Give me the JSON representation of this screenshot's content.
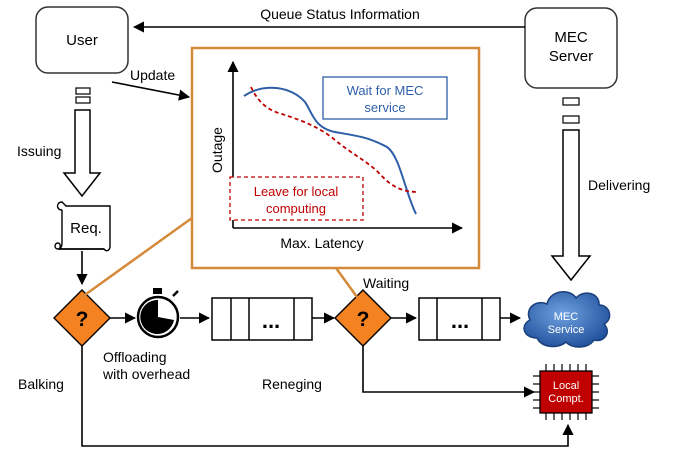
{
  "nodes": {
    "user": "User",
    "mec_server_line1": "MEC",
    "mec_server_line2": "Server",
    "request": "Req.",
    "decision_1": "?",
    "decision_2": "?",
    "queue_dots_1": "...",
    "queue_dots_2": "...",
    "mec_service_line1": "MEC",
    "mec_service_line2": "Service",
    "local_compt_line1": "Local",
    "local_compt_line2": "Compt."
  },
  "edges": {
    "queue_status": "Queue Status Information",
    "update": "Update",
    "issuing": "Issuing",
    "delivering": "Delivering",
    "waiting": "Waiting",
    "offloading_line1": "Offloading",
    "offloading_line2": "with overhead",
    "reneging": "Reneging",
    "balking": "Balking"
  },
  "inset": {
    "wait_line1": "Wait for MEC",
    "wait_line2": "service",
    "leave_line1": "Leave for local",
    "leave_line2": "computing"
  },
  "chart_data": {
    "type": "line",
    "xlabel": "Max. Latency",
    "ylabel": "Outage",
    "grid": false,
    "x_ticks": [],
    "y_ticks": [],
    "series": [
      {
        "name": "Wait for MEC service",
        "color": "#2e5fa8",
        "style": "solid"
      },
      {
        "name": "Leave for local computing",
        "color": "#c00000",
        "style": "dashed"
      }
    ]
  },
  "colors": {
    "decision": "#f58220",
    "inset_border": "#d58a3a",
    "wait_line": "#2e5fa8",
    "leave_line": "#c00000",
    "mec_service": "#2a5fa8",
    "local_chip": "#c00000"
  }
}
